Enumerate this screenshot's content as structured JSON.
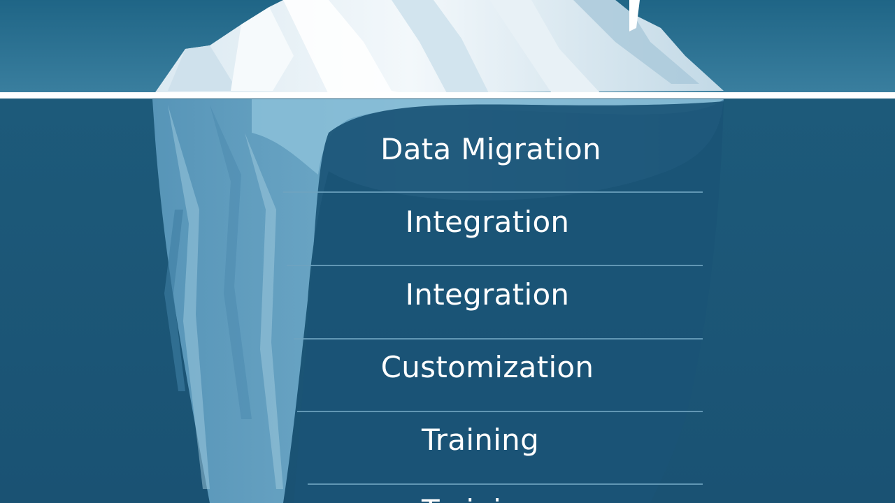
{
  "colors": {
    "sky": "#2a6a88",
    "water": "#1f5977",
    "deep_water": "#17476a",
    "ice_light": "#eef5f9",
    "ice_shade": "#b9d3e2",
    "ice_underwater": "#6ba6c6",
    "waterline": "#ffffff",
    "label_text": "#ffffff"
  },
  "layers": [
    {
      "label": "Data Migration"
    },
    {
      "label": "Integration"
    },
    {
      "label": "Integration"
    },
    {
      "label": "Customization"
    },
    {
      "label": "Training"
    },
    {
      "label": "Training"
    }
  ]
}
